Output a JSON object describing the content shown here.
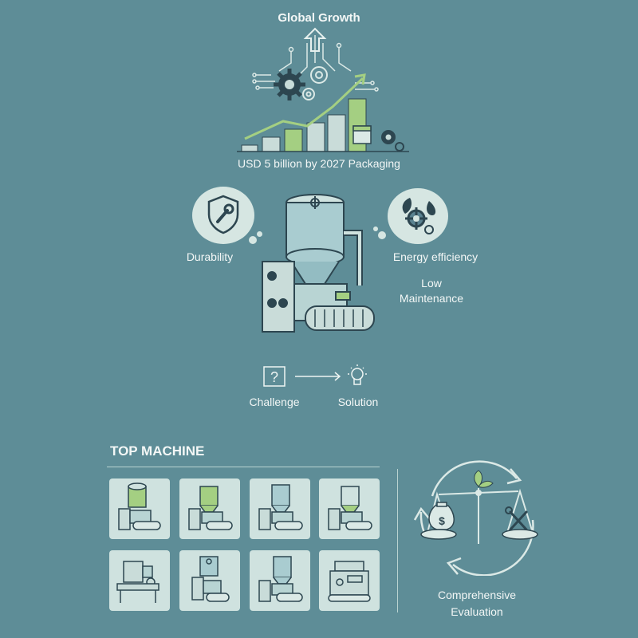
{
  "header": {
    "title": "Global Growth",
    "market_caption": "USD 5 billion by 2027 Packaging"
  },
  "features": {
    "durability": "Durability",
    "energy": "Energy efficiency",
    "maintenance": "Low Maintenance"
  },
  "flow": {
    "challenge": "Challenge",
    "solution": "Solution"
  },
  "section": {
    "top_machine": "TOP MACHINE",
    "evaluation": "Comprehensive Evaluation"
  },
  "machine_grid": {
    "rows": 2,
    "cols": 4,
    "tile_count": 8
  },
  "icons": [
    "upload-arrow-icon",
    "gear-icon",
    "growth-arrow-icon",
    "shield-wrench-icon",
    "leaf-gear-icon",
    "question-icon",
    "arrow-right-icon",
    "lightbulb-icon",
    "money-bag-icon",
    "tools-icon",
    "balance-scale-icon",
    "cycle-arrows-icon",
    "leaf-icon"
  ],
  "colors": {
    "background": "#5e8d97",
    "accent_green": "#a4cf82",
    "light_tile": "#cfe2df",
    "line_dark": "#2d4650"
  }
}
